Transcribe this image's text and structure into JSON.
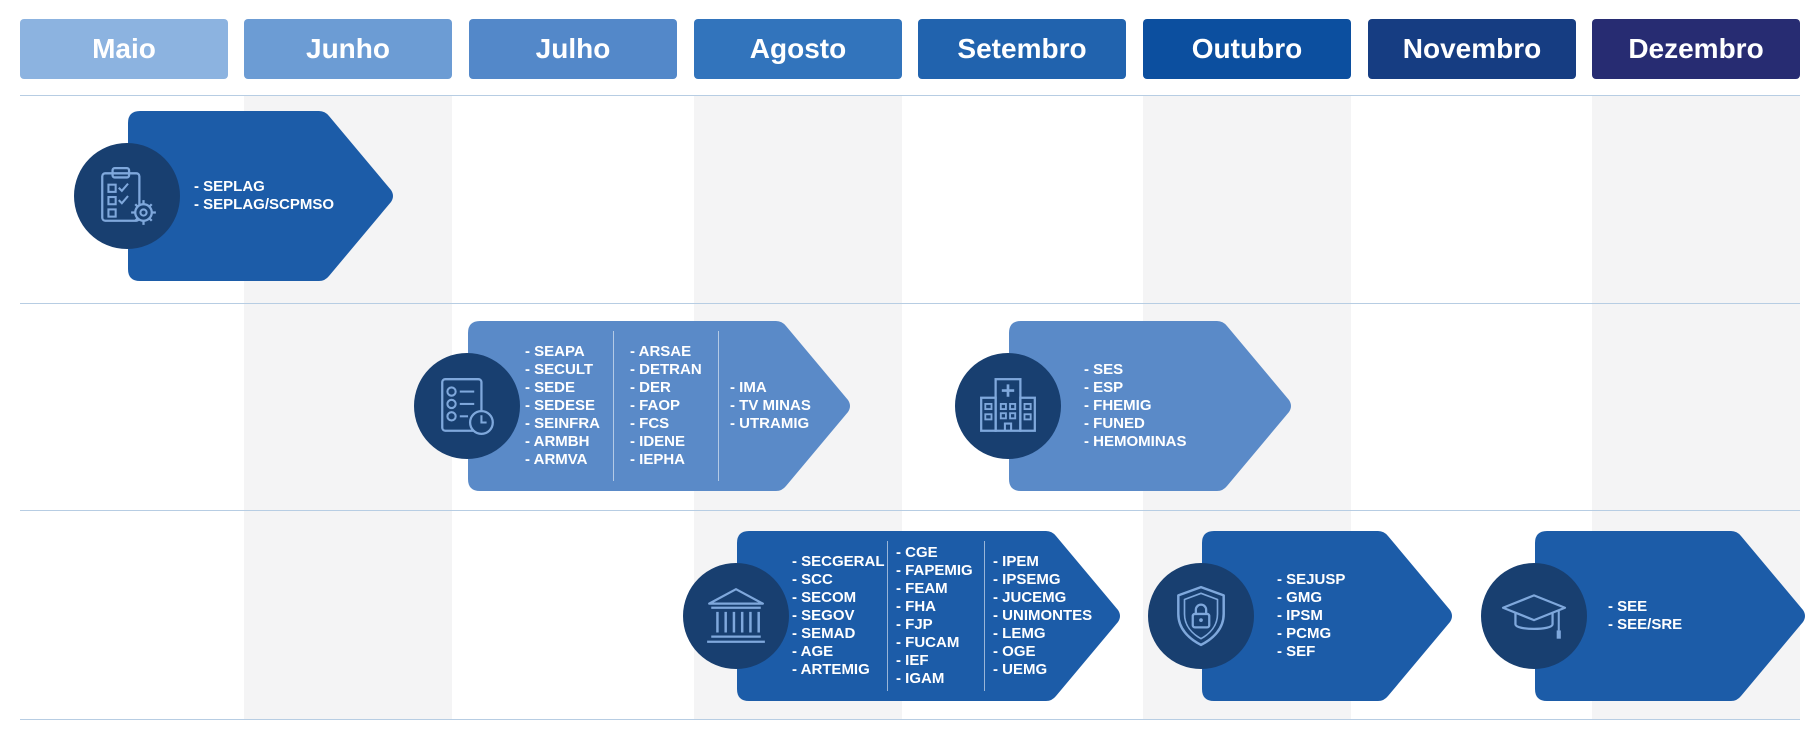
{
  "months": [
    {
      "label": "Maio",
      "color": "#8cb3e0"
    },
    {
      "label": "Junho",
      "color": "#6c9cd4"
    },
    {
      "label": "Julho",
      "color": "#5388c9"
    },
    {
      "label": "Agosto",
      "color": "#3274bc"
    },
    {
      "label": "Setembro",
      "color": "#2163ae"
    },
    {
      "label": "Outubro",
      "color": "#0c4f9f"
    },
    {
      "label": "Novembro",
      "color": "#163d82"
    },
    {
      "label": "Dezembro",
      "color": "#272c72"
    }
  ],
  "colors": {
    "arrow_dark": "#1c5ca8",
    "arrow_light": "#5a8ac8",
    "circle": "#183f70",
    "icon_stroke": "#7fa8dc",
    "shade": "#f4f4f5",
    "divider": "#b7cde3"
  },
  "groups": [
    {
      "icon": "clipboard-gear-icon",
      "color": "arrow_dark",
      "columns": [
        [
          "- SEPLAG",
          "- SEPLAG/SCPMSO"
        ]
      ]
    },
    {
      "icon": "checklist-clock-icon",
      "color": "arrow_light",
      "columns": [
        [
          "- SEAPA",
          "- SECULT",
          "- SEDE",
          "- SEDESE",
          "- SEINFRA",
          "- ARMBH",
          "- ARMVA"
        ],
        [
          "- ARSAE",
          "- DETRAN",
          "- DER",
          "- FAOP",
          "- FCS",
          "- IDENE",
          "- IEPHA"
        ],
        [
          "- IMA",
          "- TV MINAS",
          "- UTRAMIG"
        ]
      ]
    },
    {
      "icon": "hospital-icon",
      "color": "arrow_light",
      "columns": [
        [
          "- SES",
          "- ESP",
          "- FHEMIG",
          "- FUNED",
          "- HEMOMINAS"
        ]
      ]
    },
    {
      "icon": "government-building-icon",
      "color": "arrow_dark",
      "columns": [
        [
          "- SECGERAL",
          "- SCC",
          "- SECOM",
          "- SEGOV",
          "- SEMAD",
          "- AGE",
          "- ARTEMIG"
        ],
        [
          "- CGE",
          "- FAPEMIG",
          "- FEAM",
          "- FHA",
          "- FJP",
          "- FUCAM",
          "- IEF",
          "- IGAM"
        ],
        [
          "- IPEM",
          "- IPSEMG",
          "- JUCEMG",
          "- UNIMONTES",
          "- LEMG",
          "- OGE",
          "- UEMG"
        ]
      ]
    },
    {
      "icon": "security-shield-lock-icon",
      "color": "arrow_dark",
      "columns": [
        [
          "- SEJUSP",
          "- GMG",
          "- IPSM",
          "- PCMG",
          "- SEF"
        ]
      ]
    },
    {
      "icon": "graduation-cap-icon",
      "color": "arrow_dark",
      "columns": [
        [
          "- SEE",
          "- SEE/SRE"
        ]
      ]
    }
  ]
}
